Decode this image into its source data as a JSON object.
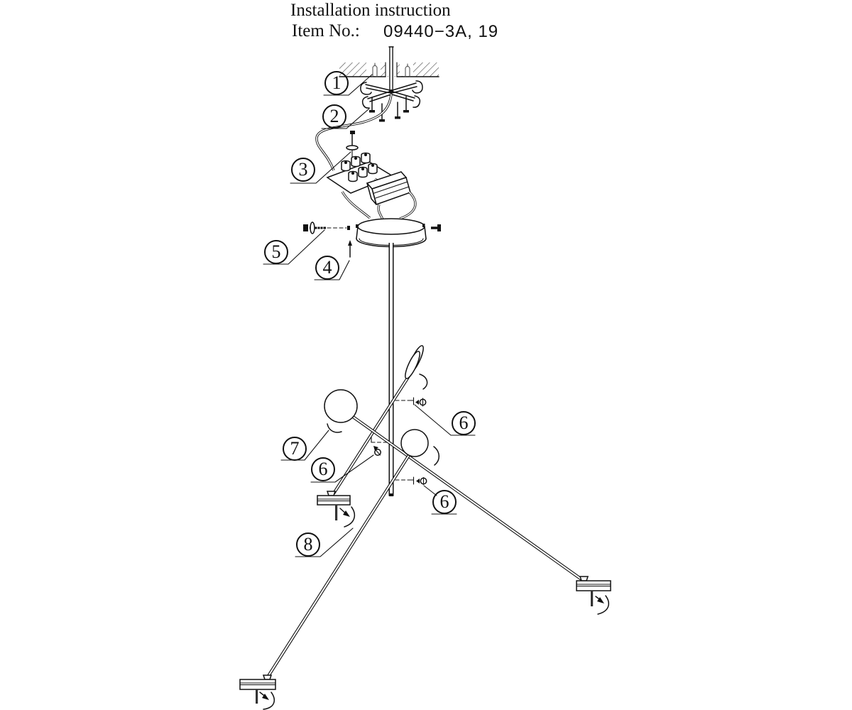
{
  "title": {
    "line1": "Installation instruction",
    "item_label": "Item No.:",
    "item_value": "09440−3A, 19"
  },
  "callouts": [
    {
      "label": "1"
    },
    {
      "label": "2"
    },
    {
      "label": "3"
    },
    {
      "label": "4"
    },
    {
      "label": "5"
    },
    {
      "label": "6"
    },
    {
      "label": "6"
    },
    {
      "label": "6"
    },
    {
      "label": "7"
    },
    {
      "label": "8"
    }
  ],
  "colors": {
    "ink": "#111111",
    "paper": "#ffffff"
  }
}
